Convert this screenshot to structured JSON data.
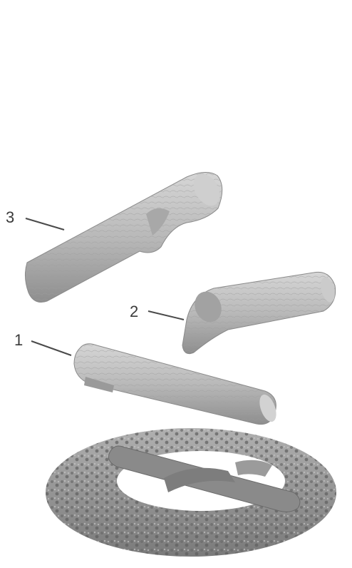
{
  "callouts": [
    {
      "label": "1"
    },
    {
      "label": "2"
    },
    {
      "label": "3"
    }
  ],
  "colors": {
    "log_fill": "#bdbdbd",
    "log_shadow": "#8f8f8f",
    "log_highlight": "#d8d8d8",
    "grate_fill": "#9a9a9a",
    "grate_dark": "#6e6e6e",
    "line": "#4a4a4a"
  }
}
